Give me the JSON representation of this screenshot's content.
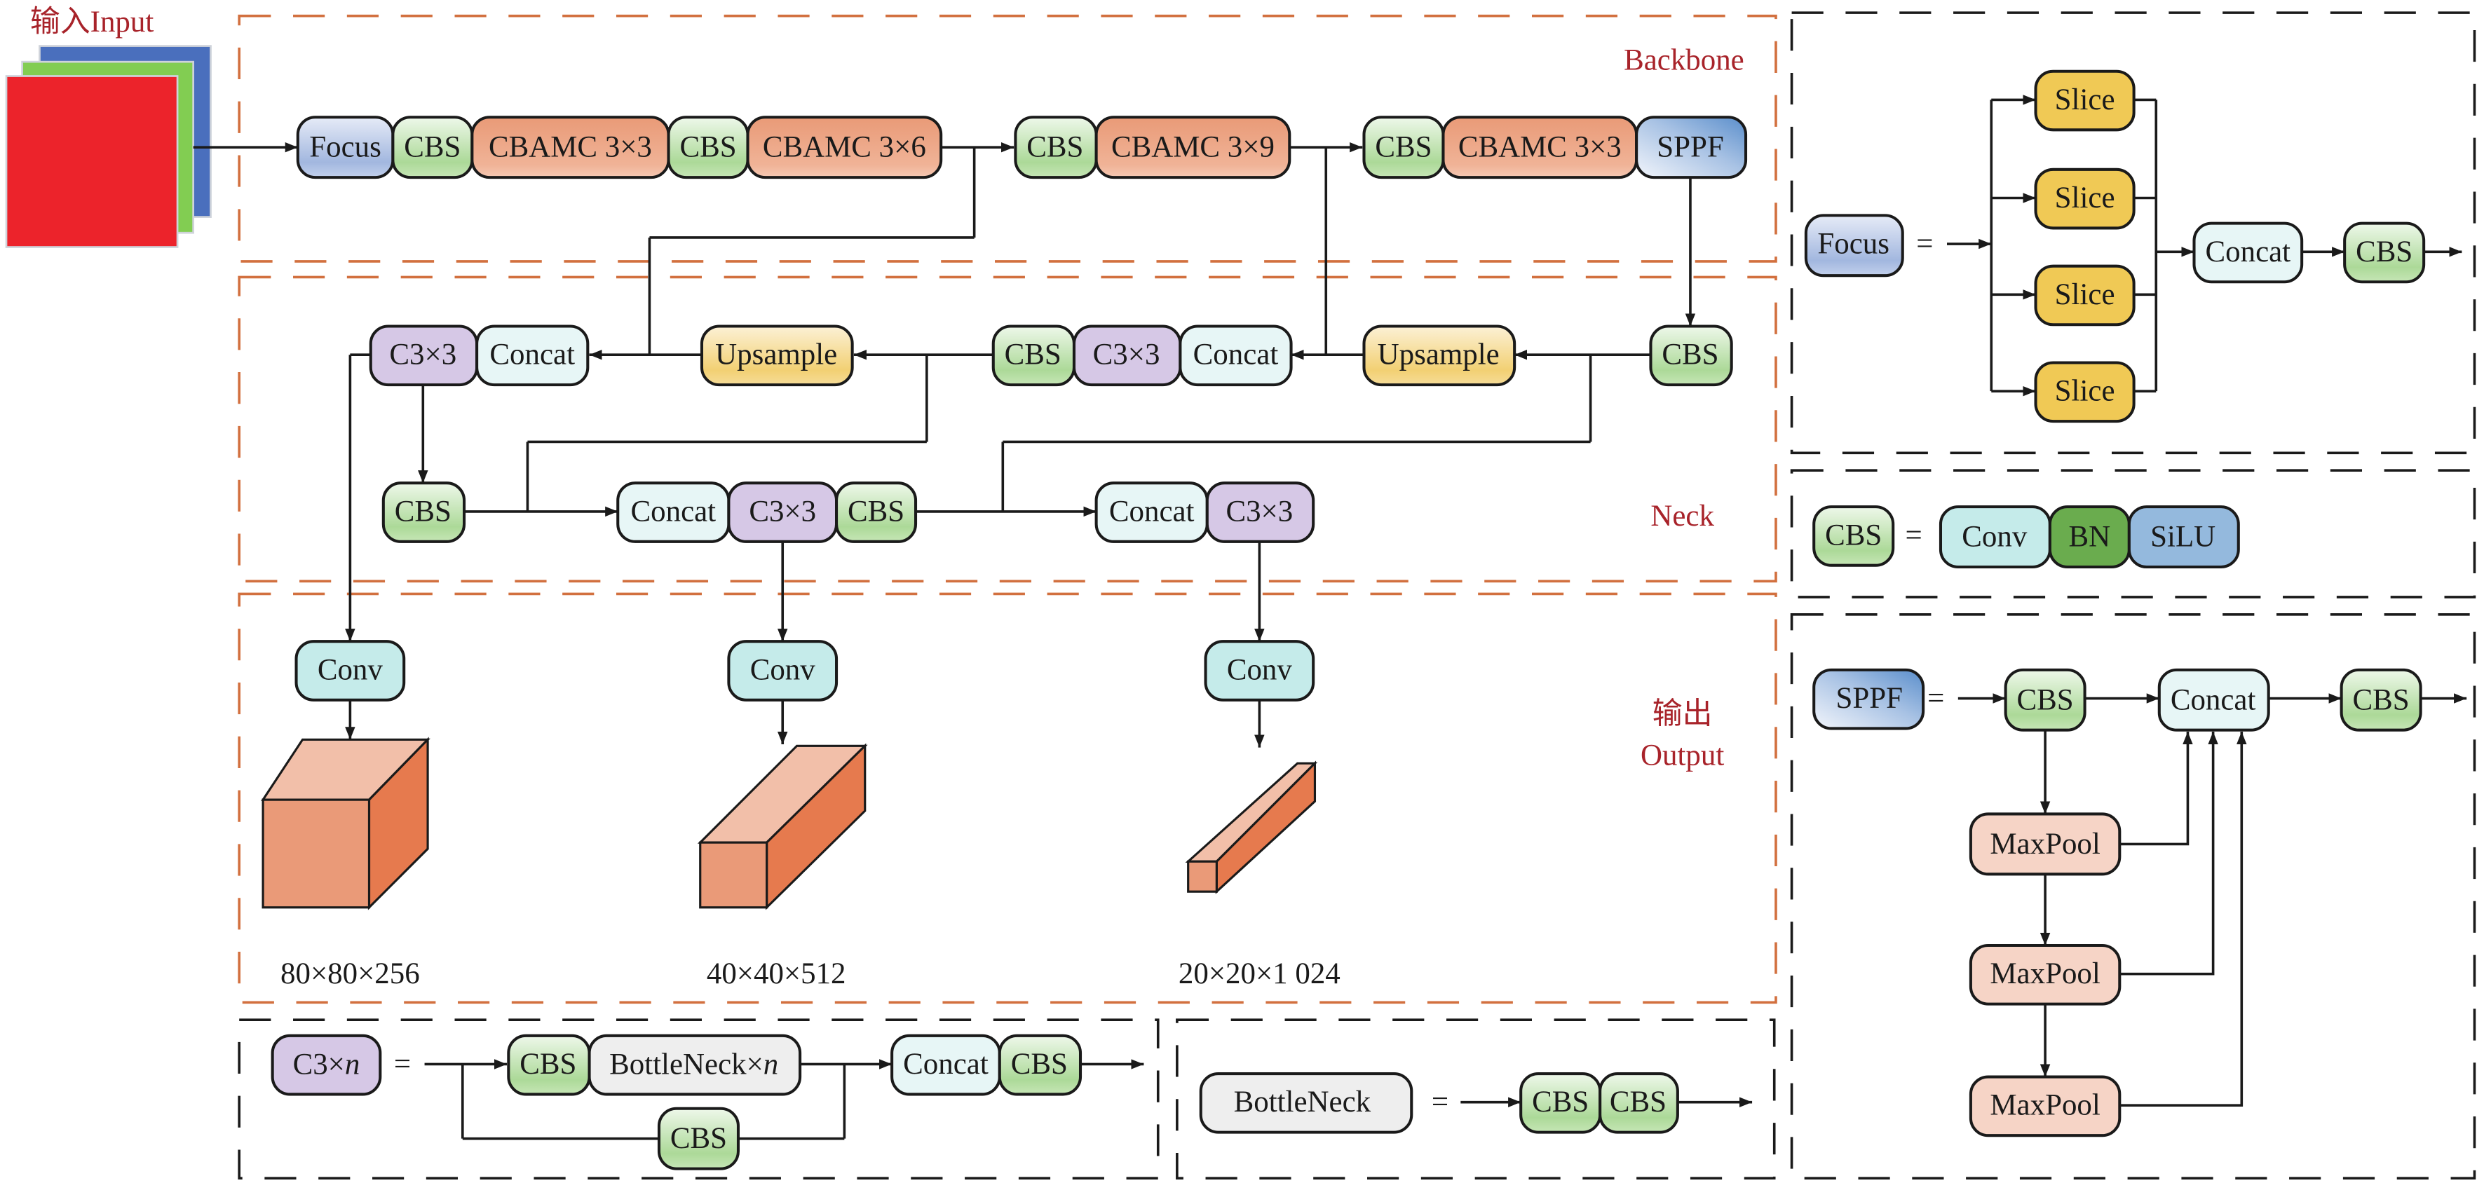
{
  "title": "Network architecture diagram",
  "input": {
    "label": "输入Input"
  },
  "sections": {
    "backbone": "Backbone",
    "neck": "Neck",
    "output_cn": "输出",
    "output_en": "Output"
  },
  "backbone": {
    "row": [
      "Focus",
      "CBS",
      "CBAMC 3×3",
      "CBS",
      "CBAMC 3×6",
      "CBS",
      "CBAMC 3×9",
      "CBS",
      "CBAMC 3×3",
      "SPPF"
    ]
  },
  "neck": {
    "top_row": [
      "C3×3",
      "Concat",
      "Upsample",
      "CBS",
      "C3×3",
      "Concat",
      "Upsample",
      "CBS"
    ],
    "bottom_row": [
      "CBS",
      "Concat",
      "C3×3",
      "CBS",
      "Concat",
      "C3×3"
    ]
  },
  "output": {
    "heads": [
      {
        "conv": "Conv",
        "size": "80×80×256"
      },
      {
        "conv": "Conv",
        "size": "40×40×512"
      },
      {
        "conv": "Conv",
        "size": "20×20×1 024"
      }
    ]
  },
  "legend": {
    "focus": {
      "name": "Focus",
      "eq": "=",
      "slices": [
        "Slice",
        "Slice",
        "Slice",
        "Slice"
      ],
      "concat": "Concat",
      "cbs": "CBS"
    },
    "cbs": {
      "name": "CBS",
      "eq": "=",
      "parts": [
        "Conv",
        "BN",
        "SiLU"
      ]
    },
    "sppf": {
      "name": "SPPF",
      "eq": "=",
      "cbs1": "CBS",
      "concat": "Concat",
      "cbs2": "CBS",
      "pools": [
        "MaxPool",
        "MaxPool",
        "MaxPool"
      ]
    },
    "c3": {
      "name_main": "C3×",
      "name_var": "n",
      "eq": "=",
      "cbs1": "CBS",
      "bottleneck": "BottleNeck×",
      "bottleneck_var": "n",
      "concat": "Concat",
      "cbs2": "CBS",
      "cbs3": "CBS"
    },
    "bottleneck": {
      "name": "BottleNeck",
      "eq": "=",
      "cbs1": "CBS",
      "cbs2": "CBS"
    }
  },
  "colors": {
    "section_border": "#d2703f",
    "section_label": "#a8232a",
    "cbs": "#b3dc9e",
    "cbamc": "#eda183",
    "focus": "#a9bce2",
    "sppf": "#6d9bd1",
    "concat": "#e7f6f6",
    "c3": "#d6c8e6",
    "upsample": "#f3d27a",
    "conv": "#c5ebea",
    "slice": "#f0c955",
    "bn": "#6aac4e",
    "silu": "#94b9dd",
    "maxpool": "#f6d4c6",
    "bottleneck": "#eeeeee"
  }
}
